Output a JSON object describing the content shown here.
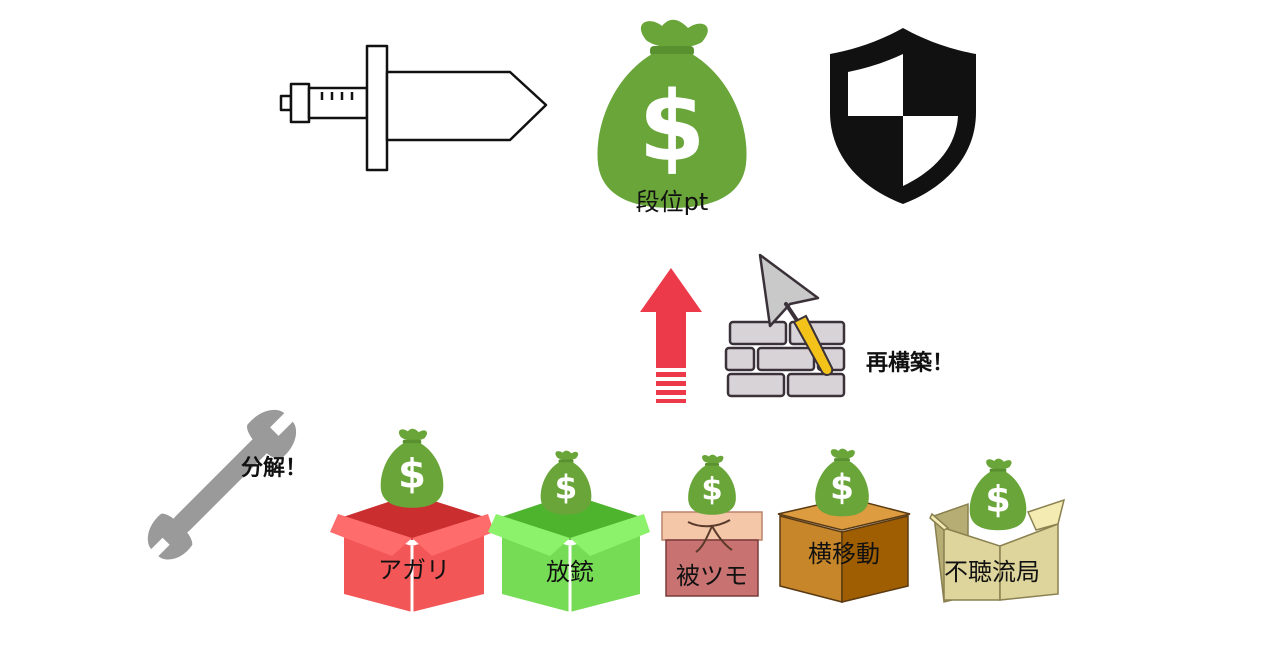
{
  "colors": {
    "money_green": "#69a539",
    "money_dark": "#5a9130",
    "arrow_red": "#ec3a4b",
    "shield_black": "#111111",
    "wrench_gray": "#9a9a9a",
    "brick_gray": "#d8d3d6",
    "trowel_yellow": "#f4c31a",
    "box_red": "#f25656",
    "box_green": "#77dc55",
    "box_rose": "#c97272",
    "box_brown": "#c7862a",
    "box_khaki": "#ddd59c"
  },
  "top": {
    "sword_icon": "sword-icon",
    "money_icon": "money-bag-icon",
    "money_label": "段位pt",
    "shield_icon": "shield-icon"
  },
  "middle": {
    "arrow_icon": "up-arrow-icon",
    "rebuild_icon": "brick-wall-trowel-icon",
    "rebuild_label": "再構築！"
  },
  "bottom": {
    "wrench_icon": "wrench-icon",
    "decompose_label": "分解！",
    "boxes": [
      {
        "label": "アガリ",
        "color": "#f25656",
        "style": "open-box"
      },
      {
        "label": "放銃",
        "color": "#77dc55",
        "style": "open-box"
      },
      {
        "label": "被ツモ",
        "color": "#c97272",
        "style": "tied-parcel"
      },
      {
        "label": "横移動",
        "color": "#c7862a",
        "style": "closed-box"
      },
      {
        "label": "不聴流局",
        "color": "#ddd59c",
        "style": "open-flap-box"
      }
    ]
  }
}
